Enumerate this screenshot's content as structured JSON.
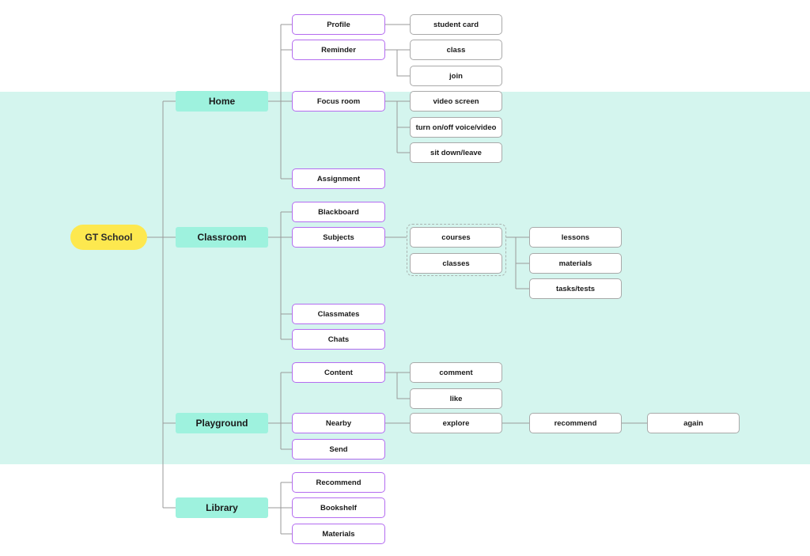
{
  "root": "GT School",
  "categories": {
    "home": "Home",
    "classroom": "Classroom",
    "playground": "Playground",
    "library": "Library"
  },
  "home": {
    "profile": "Profile",
    "reminder": "Reminder",
    "focus_room": "Focus room",
    "assignment": "Assignment",
    "profile_children": [
      "student card"
    ],
    "reminder_children": [
      "class",
      "join"
    ],
    "focus_room_children": [
      "video screen",
      "turn on/off voice/video",
      "sit down/leave"
    ]
  },
  "classroom": {
    "blackboard": "Blackboard",
    "subjects": "Subjects",
    "classmates": "Classmates",
    "chats": "Chats",
    "subjects_group": [
      "courses",
      "classes"
    ],
    "subjects_children": [
      "lessons",
      "materials",
      "tasks/tests"
    ]
  },
  "playground": {
    "content": "Content",
    "nearby": "Nearby",
    "send": "Send",
    "content_children": [
      "comment",
      "like"
    ],
    "nearby_chain": [
      "explore",
      "recommend",
      "again"
    ]
  },
  "library": {
    "recommend": "Recommend",
    "bookshelf": "Bookshelf",
    "materials": "Materials"
  },
  "colors": {
    "band": "#d4f5ee",
    "root": "#fde84f",
    "category": "#9ef2de",
    "item_border": "#b46cf0",
    "leaf_border": "#a9a9a9",
    "connector": "#9a9a9a"
  }
}
